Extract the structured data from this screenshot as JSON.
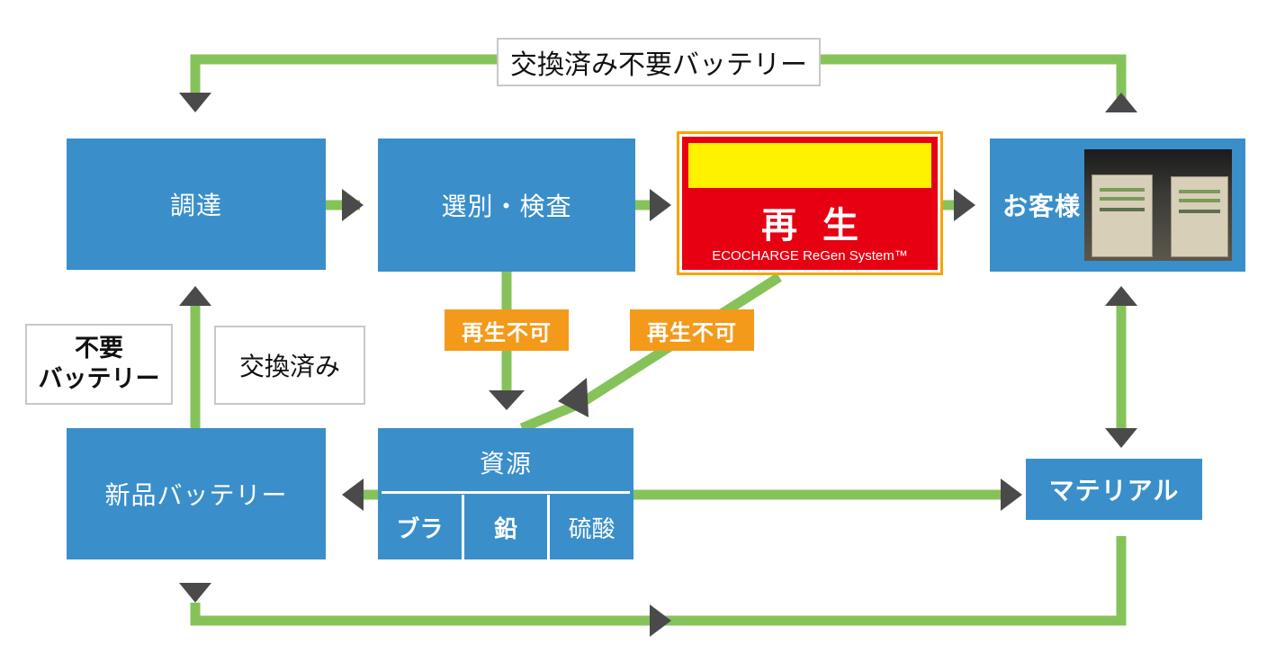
{
  "colors": {
    "box_blue": "#3a8fca",
    "flow_green": "#85c35a",
    "arrow_gray": "#4a4a4a",
    "tag_orange": "#f39a1b",
    "regen_red": "#e60012",
    "regen_yellow": "#fff200"
  },
  "top_label": "交換済み不要バッテリー",
  "nodes": {
    "procurement": "調達",
    "sorting": "選別・検査",
    "regen": {
      "title": "再生",
      "subtitle": "ECOCHARGE ReGen System™"
    },
    "customer": "お客様",
    "resources": {
      "title": "資源",
      "parts": [
        "ブラ",
        "鉛",
        "硫酸"
      ]
    },
    "new_battery": "新品バッテリー",
    "material": "マテリアル"
  },
  "labels": {
    "unneeded_line1": "不要",
    "unneeded_line2": "バッテリー",
    "exchanged": "交換済み",
    "not_regenerable_1": "再生不可",
    "not_regenerable_2": "再生不可"
  },
  "icons": {
    "arrow": "triangle-arrow-icon",
    "customer_photo": "battery-crates-photo-icon"
  }
}
